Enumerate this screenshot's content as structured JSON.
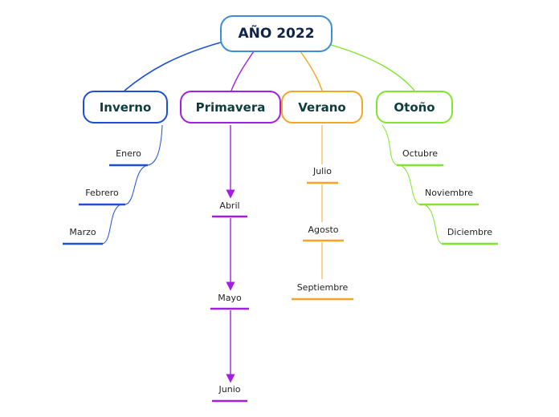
{
  "root": {
    "title": "AÑO 2022"
  },
  "branches": [
    {
      "label": "Inverno",
      "color": "#1e4fd8",
      "items": [
        "Enero",
        "Febrero",
        "Marzo"
      ]
    },
    {
      "label": "Primavera",
      "color": "#a21ee3",
      "items": [
        "Abril",
        "Mayo",
        "Junio"
      ]
    },
    {
      "label": "Verano",
      "color": "#f5a623",
      "items": [
        "Julio",
        "Agosto",
        "Septiembre"
      ]
    },
    {
      "label": "Otoño",
      "color": "#7fe52e",
      "items": [
        "Octubre",
        "Noviembre",
        "Diciembre"
      ]
    }
  ]
}
